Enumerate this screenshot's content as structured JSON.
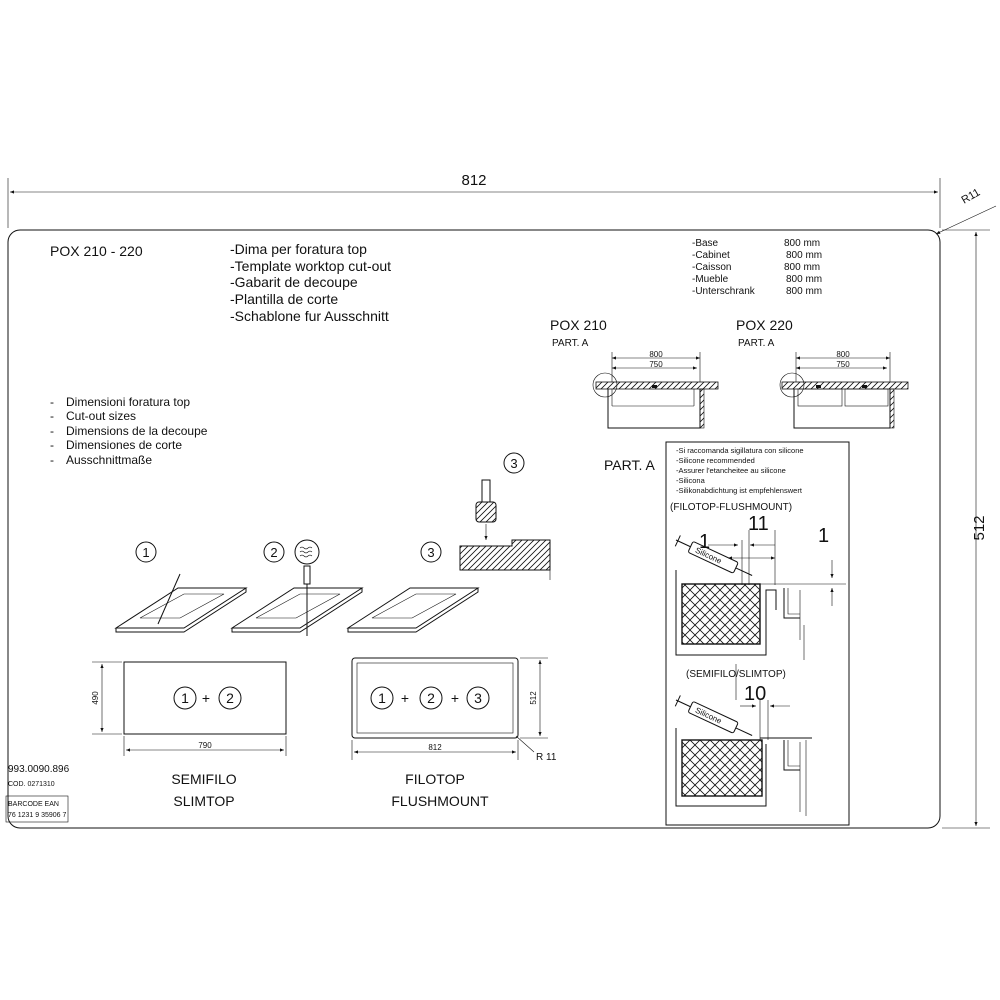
{
  "sheet": {
    "width_dim": "812",
    "height_dim": "512",
    "corner_radius": "R11"
  },
  "header": {
    "model": "POX 210 - 220",
    "template_titles": [
      "-Dima per foratura top",
      "-Template worktop cut-out",
      "-Gabarit de decoupe",
      "-Plantilla de corte",
      "-Schablone fur Ausschnitt"
    ]
  },
  "base_table": [
    {
      "label": "-Base",
      "value": "800 mm"
    },
    {
      "label": "-Cabinet",
      "value": "800 mm"
    },
    {
      "label": "-Caisson",
      "value": "800 mm"
    },
    {
      "label": "-Mueble",
      "value": "800 mm"
    },
    {
      "label": "-Unterschrank",
      "value": "800 mm"
    }
  ],
  "cutout_sizes": [
    "Dimensioni foratura top",
    "Cut-out sizes",
    "Dimensions de la decoupe",
    "Dimensiones de corte",
    "Ausschnittmaße"
  ],
  "models": [
    {
      "name": "POX 210",
      "part": "PART. A",
      "dim_outer": "800",
      "dim_inner": "750"
    },
    {
      "name": "POX 220",
      "part": "PART. A",
      "dim_outer": "800",
      "dim_inner": "750"
    }
  ],
  "part_a_label": "PART. A",
  "silicone_notes": [
    "-Si raccomanda sigillatura con silicone",
    "-Silicone recommended",
    "-Assurer l'etancheitee au silicone",
    "-Silicona",
    "-Silikonabdichtung ist empfehlenswert"
  ],
  "detail": {
    "flush_title": "(FILOTOP-FLUSHMOUNT)",
    "slim_title": "(SEMIFILO/SLIMTOP)",
    "dim_1a": "1",
    "dim_11": "11",
    "dim_1b": "1",
    "dim_10": "10",
    "silicone_word": "Silicone"
  },
  "steps": {
    "step1": "1",
    "step2": "2",
    "step3": "3",
    "step3_router": "3",
    "plus": "+"
  },
  "slimtop": {
    "width": "790",
    "height": "490",
    "name_line1": "SEMIFILO",
    "name_line2": "SLIMTOP"
  },
  "flushmount": {
    "width": "812",
    "height": "512",
    "radius": "R 11",
    "name_line1": "FILOTOP",
    "name_line2": "FLUSHMOUNT"
  },
  "footer": {
    "code": "993.0090.896",
    "cod": "COD. 0271310",
    "barcode_label": "BARCODE EAN",
    "barcode_number": "76 1231 9 35906 7"
  }
}
